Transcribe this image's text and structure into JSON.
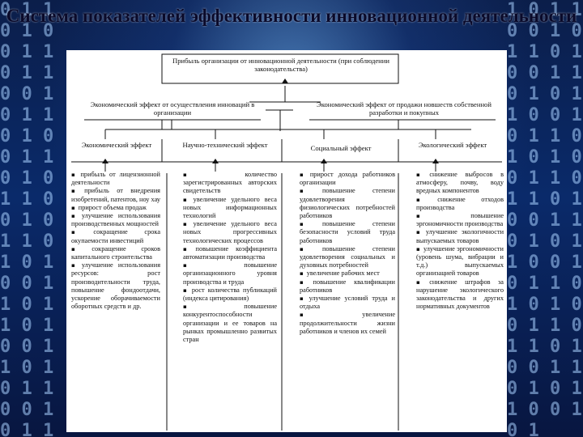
{
  "slide_title": "Система показателей эффективности инновационной деятельности",
  "top_box": "Прибыль организации от инновационной деятельности (при соблюдении законодательства)",
  "middle_left": "Экономический эффект от осуществления инноваций в организации",
  "middle_right": "Экономический эффект от продажи новшеств собственной разработки и покупных",
  "categories": [
    "Экономический эффект",
    "Научно-технический эффект",
    "Социальный эффект",
    "Экологический эффект"
  ],
  "columns": [
    [
      "прибыль от лицензионной деятельности",
      "прибыль от внедрения изобретений, патентов, ноу хау",
      "прирост объема продаж",
      "улучшение использования производственных мощностей",
      "сокращение срока окупаемости инвестиций",
      "сокращение сроков капитального строительства",
      "улучшение использования ресурсов: рост производительности труда, повышение фондоотдачи, ускорение оборачиваемости оборотных средств и др."
    ],
    [
      "количество зарегистрированных авторских свидетельств",
      "увеличение удельного веса новых информационных технологий",
      "увеличение удельного веса новых прогрессивных технологических процессов",
      "повышение коэффициента автоматизации производства",
      "повышение организационного уровня производства и труда",
      "рост количества публикаций (индекса цитирования)",
      "повышение конкурентоспособности организации и ее товаров на рынках промышленно развитых стран"
    ],
    [
      "прирост дохода работников организации",
      "повышение степени удовлетворения физиологических потребностей работников",
      "повышение степени безопасности условий труда работников",
      "повышение степени удовлетворения социальных и духовных потребностей",
      "увеличение рабочих мест",
      "повышение квалификации работников",
      "улучшение условий труда и отдыха",
      "увеличение продолжительности жизни работников и членов их семей"
    ],
    [
      "снижение выбросов в атмосферу, почву, воду вредных компонентов",
      "снижение отходов производства",
      "повышение эргономичности производства",
      "улучшение экологичности выпускаемых товаров",
      "улучшение эргономичности (уровень шума, вибрации и т.д.) выпускаемых организацией товаров",
      "снижение штрафов за нарушение экологического законодательства и других нормативных документов"
    ]
  ]
}
